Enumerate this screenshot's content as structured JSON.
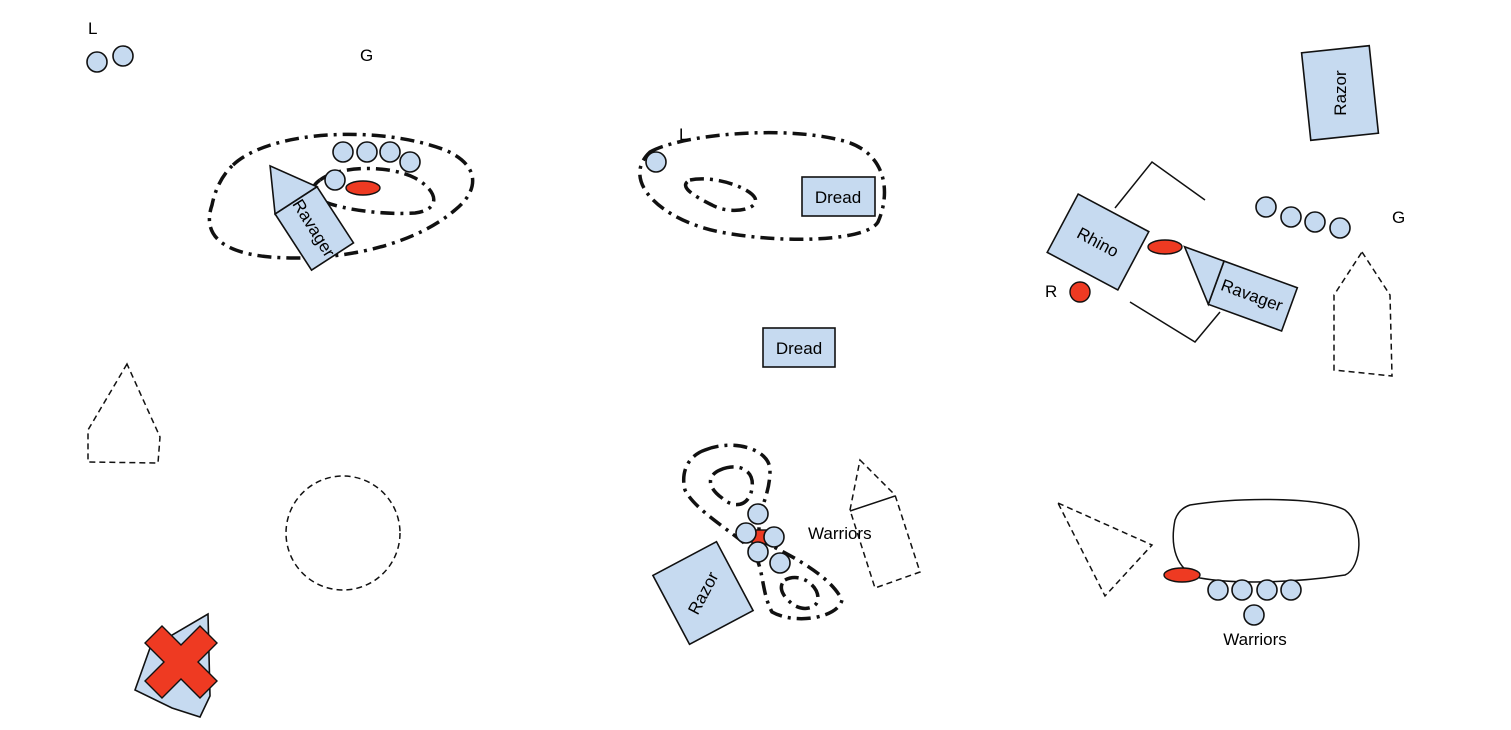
{
  "colors": {
    "unit_fill": "#c6daf0",
    "hq_fill": "#ee3a22",
    "destroyed_marker": "#ee3a22",
    "outline": "#111111",
    "background": "#ffffff"
  },
  "labels": {
    "left_L": "L",
    "left_G": "G",
    "center_L": "L",
    "right_G": "G",
    "right_R": "R",
    "center_warriors": "Warriors",
    "right_warriors": "Warriors"
  },
  "vehicles": {
    "left_ravager": "Ravager",
    "center_dread_top": "Dread",
    "center_dread_mid": "Dread",
    "center_razor": "Razor",
    "right_razor": "Razor",
    "right_rhino": "Rhino",
    "right_ravager": "Ravager"
  },
  "markers": {
    "destroyed_icon": "x-mark-icon"
  }
}
